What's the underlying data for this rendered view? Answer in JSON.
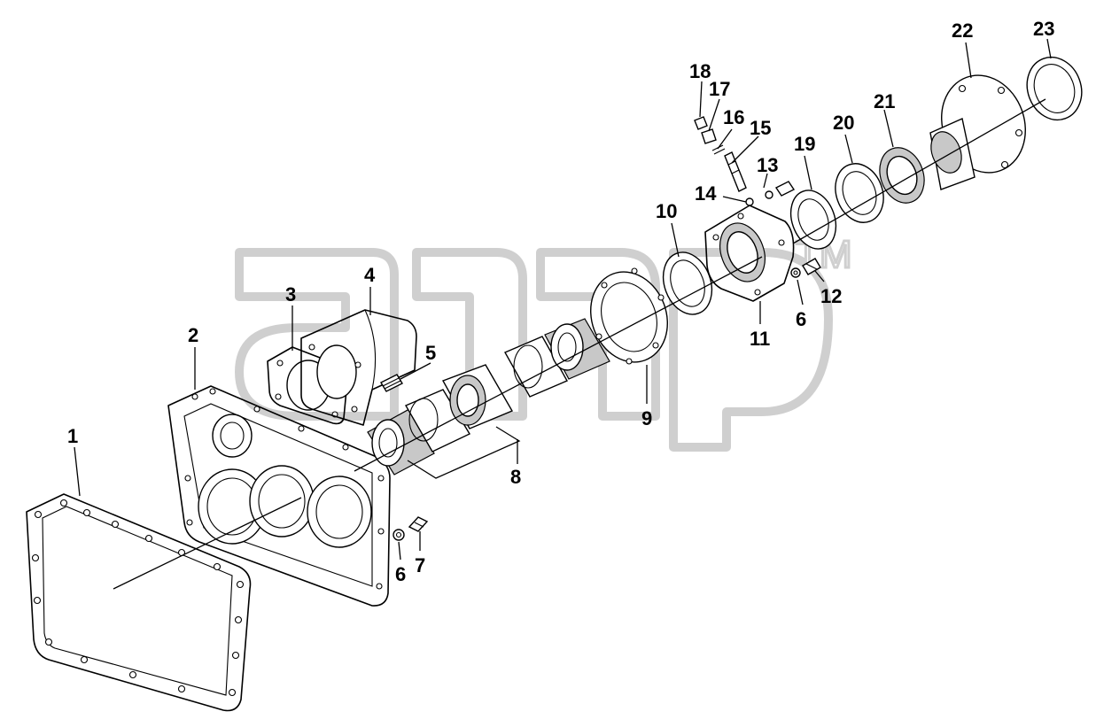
{
  "callouts": {
    "c1": "1",
    "c2": "2",
    "c3": "3",
    "c4": "4",
    "c5": "5",
    "c6a": "6",
    "c6b": "6",
    "c7": "7",
    "c8": "8",
    "c9": "9",
    "c10": "10",
    "c11": "11",
    "c12": "12",
    "c13": "13",
    "c14": "14",
    "c15": "15",
    "c16": "16",
    "c17": "17",
    "c18": "18",
    "c19": "19",
    "c20": "20",
    "c21": "21",
    "c22": "22",
    "c23": "23"
  },
  "watermark": {
    "logo_text": "алфр",
    "trademark": "TM"
  },
  "colors": {
    "line": "#000000",
    "watermark": "#cfcfcf",
    "background": "#ffffff"
  }
}
